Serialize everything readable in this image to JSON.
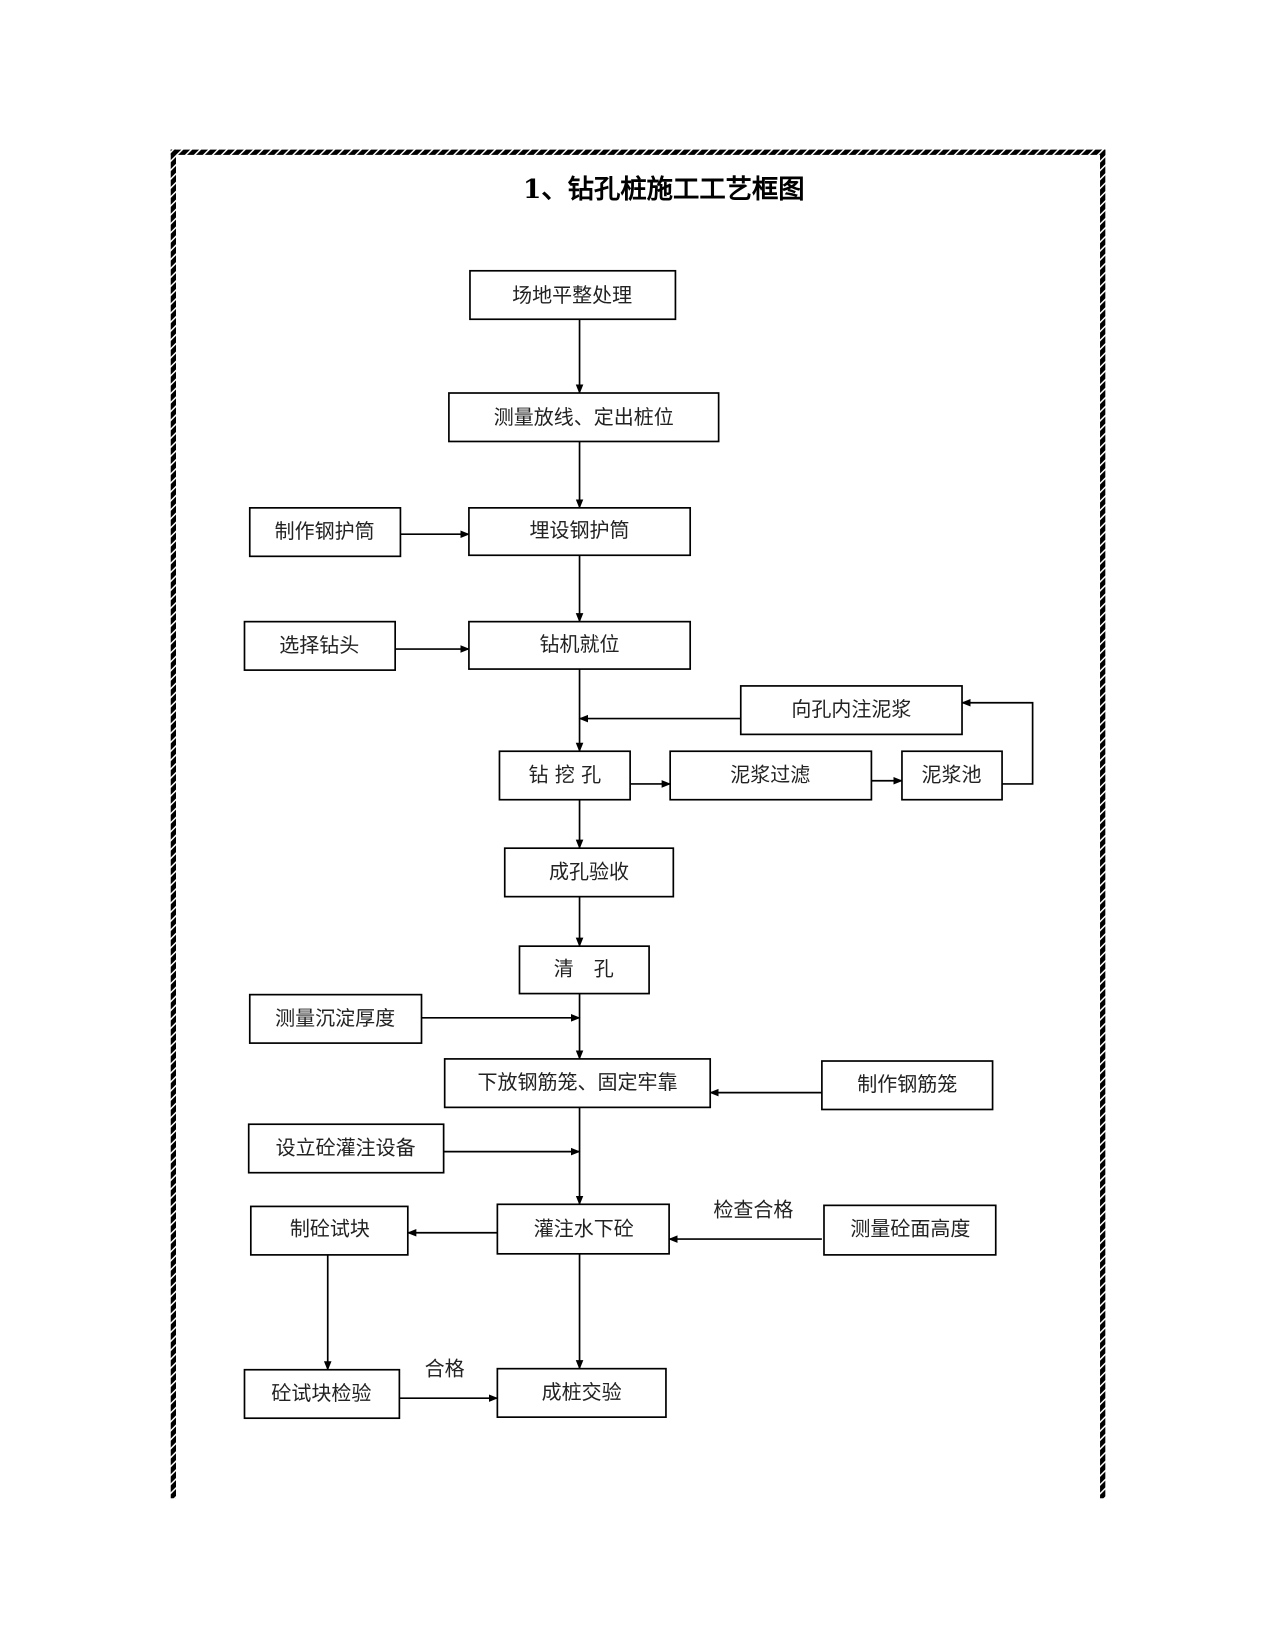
{
  "title": "1、钻孔桩施工工艺框图",
  "boxes": {
    "site_leveling": "场地平整处理",
    "survey": "测量放线、定出桩位",
    "make_casing": "制作钢护筒",
    "bury_casing": "埋设钢护筒",
    "select_bit": "选择钻头",
    "rig_position": "钻机就位",
    "inject_mud": "向孔内注泥浆",
    "drill_hole": "钻 挖 孔",
    "mud_filter": "泥浆过滤",
    "mud_pit": "泥浆池",
    "hole_acceptance": "成孔验收",
    "clean_hole": "清　孔",
    "measure_sediment": "测量沉淀厚度",
    "lower_cage": "下放钢筋笼、固定牢靠",
    "make_cage": "制作钢筋笼",
    "setup_pouring": "设立砼灌注设备",
    "make_specimen": "制砼试块",
    "pour_concrete": "灌注水下砼",
    "measure_level": "测量砼面高度",
    "test_specimen": "砼试块检验",
    "pile_handover": "成桩交验"
  },
  "annotations": {
    "check_ok": "检查合格",
    "ok": "合格"
  }
}
